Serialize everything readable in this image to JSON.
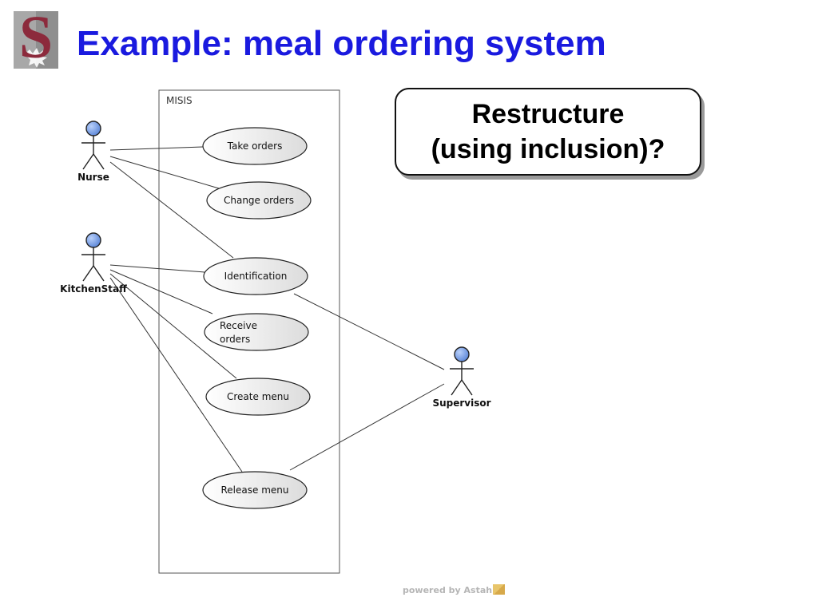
{
  "slide": {
    "title": "Example: meal ordering system"
  },
  "diagram": {
    "system_name": "MISIS",
    "actors": [
      {
        "id": "nurse",
        "label": "Nurse"
      },
      {
        "id": "kitchenstaff",
        "label": "KitchenStaff"
      },
      {
        "id": "supervisor",
        "label": "Supervisor"
      }
    ],
    "use_cases": [
      {
        "id": "take-orders",
        "lines": [
          "Take orders"
        ]
      },
      {
        "id": "change-orders",
        "lines": [
          "Change orders"
        ]
      },
      {
        "id": "identification",
        "lines": [
          "Identification"
        ]
      },
      {
        "id": "receive-orders",
        "lines": [
          "Receive",
          "orders"
        ]
      },
      {
        "id": "create-menu",
        "lines": [
          "Create menu"
        ]
      },
      {
        "id": "release-menu",
        "lines": [
          "Release menu"
        ]
      }
    ],
    "associations": [
      [
        "nurse",
        "take-orders"
      ],
      [
        "nurse",
        "change-orders"
      ],
      [
        "nurse",
        "identification"
      ],
      [
        "kitchenstaff",
        "identification"
      ],
      [
        "kitchenstaff",
        "receive-orders"
      ],
      [
        "kitchenstaff",
        "create-menu"
      ],
      [
        "kitchenstaff",
        "release-menu"
      ],
      [
        "supervisor",
        "identification"
      ],
      [
        "supervisor",
        "release-menu"
      ]
    ]
  },
  "callout": {
    "line1": "Restructure",
    "line2": "(using inclusion)?"
  },
  "footer": {
    "powered_by": "powered by Astah"
  },
  "colors": {
    "title": "#1a1adf",
    "actor_head": "#7ea8f0",
    "logo_s": "#8c2a3c",
    "logo_bg": "#8c8c8c"
  }
}
